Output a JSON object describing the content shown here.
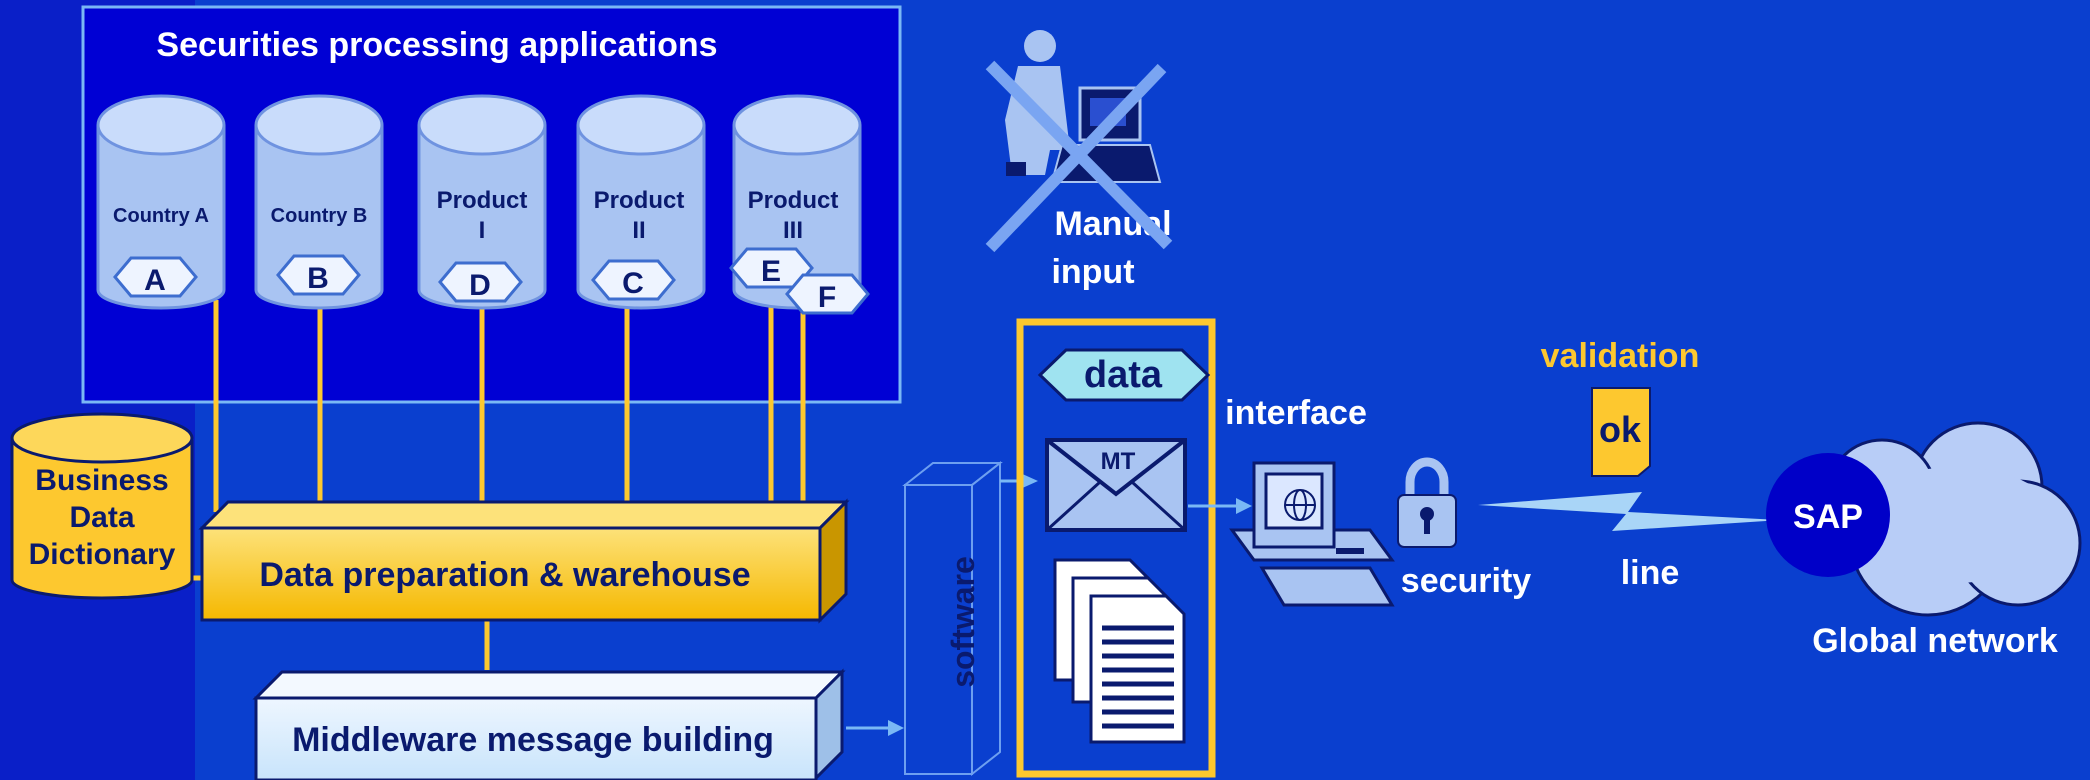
{
  "apps_box": {
    "title": "Securities processing applications"
  },
  "databases": [
    {
      "label_lines": [
        "Country  A"
      ],
      "tag": "A"
    },
    {
      "label_lines": [
        "Country B"
      ],
      "tag": "B"
    },
    {
      "label_lines": [
        "Product",
        "I"
      ],
      "tag": "D"
    },
    {
      "label_lines": [
        "Product",
        "II"
      ],
      "tag": "C"
    },
    {
      "label_lines": [
        "Product",
        "III"
      ],
      "tags": [
        "E",
        "F"
      ]
    }
  ],
  "dictionary": {
    "lines": [
      "Business",
      "Data",
      "Dictionary"
    ]
  },
  "warehouse": {
    "label": "Data preparation & warehouse"
  },
  "middleware": {
    "label": "Middleware message building"
  },
  "software": {
    "label": "software"
  },
  "manual_input": {
    "lines": [
      "Manual",
      "input"
    ]
  },
  "formats": {
    "data": "data",
    "mt": "MT"
  },
  "interface": {
    "label": "interface"
  },
  "security": {
    "label": "security"
  },
  "validation": {
    "label": "validation",
    "badge": "ok"
  },
  "line": {
    "label": "line"
  },
  "sap": {
    "label": "SAP"
  },
  "network": {
    "label": "Global network"
  },
  "colors": {
    "background": "#0a3fcf",
    "left_strip": "#0a1fc8",
    "apps_box": "#0000d4",
    "cylinder": "#a9c4f2",
    "gold": "#fdc82f",
    "navy_text": "#0a1a6e",
    "cloud": "#b8cdf7"
  }
}
